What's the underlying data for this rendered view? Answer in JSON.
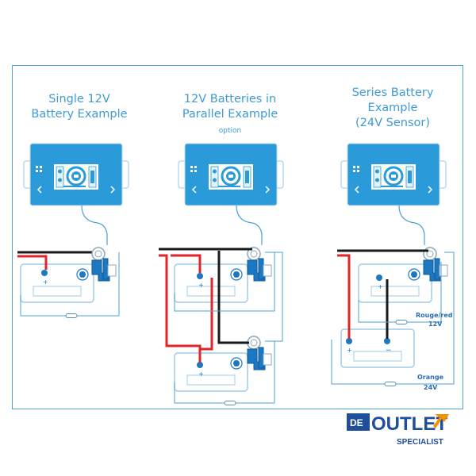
{
  "panels": [
    {
      "title_line1": "Single 12V",
      "title_line2": "Battery Example",
      "title_line3": ""
    },
    {
      "title_line1": "12V Batteries in",
      "title_line2": "Parallel Example",
      "title_line3": "",
      "note": "option"
    },
    {
      "title_line1": "Series Battery",
      "title_line2": "Example",
      "title_line3": "(24V Sensor)"
    }
  ],
  "labels": {
    "rouge_red": "Rouge/red",
    "v12": "12V",
    "orange": "Orange",
    "v24": "24V"
  },
  "logo": {
    "de": "DE",
    "outlet": "OUTLET",
    "specialist": "SPECIALIST"
  },
  "colors": {
    "accent": "#3e9bd6",
    "display": "#2a9ad8",
    "red_wire": "#e0262b",
    "black_wire": "#1a1a1a",
    "logo_blue": "#1f4e9c",
    "logo_orange": "#f39200"
  }
}
